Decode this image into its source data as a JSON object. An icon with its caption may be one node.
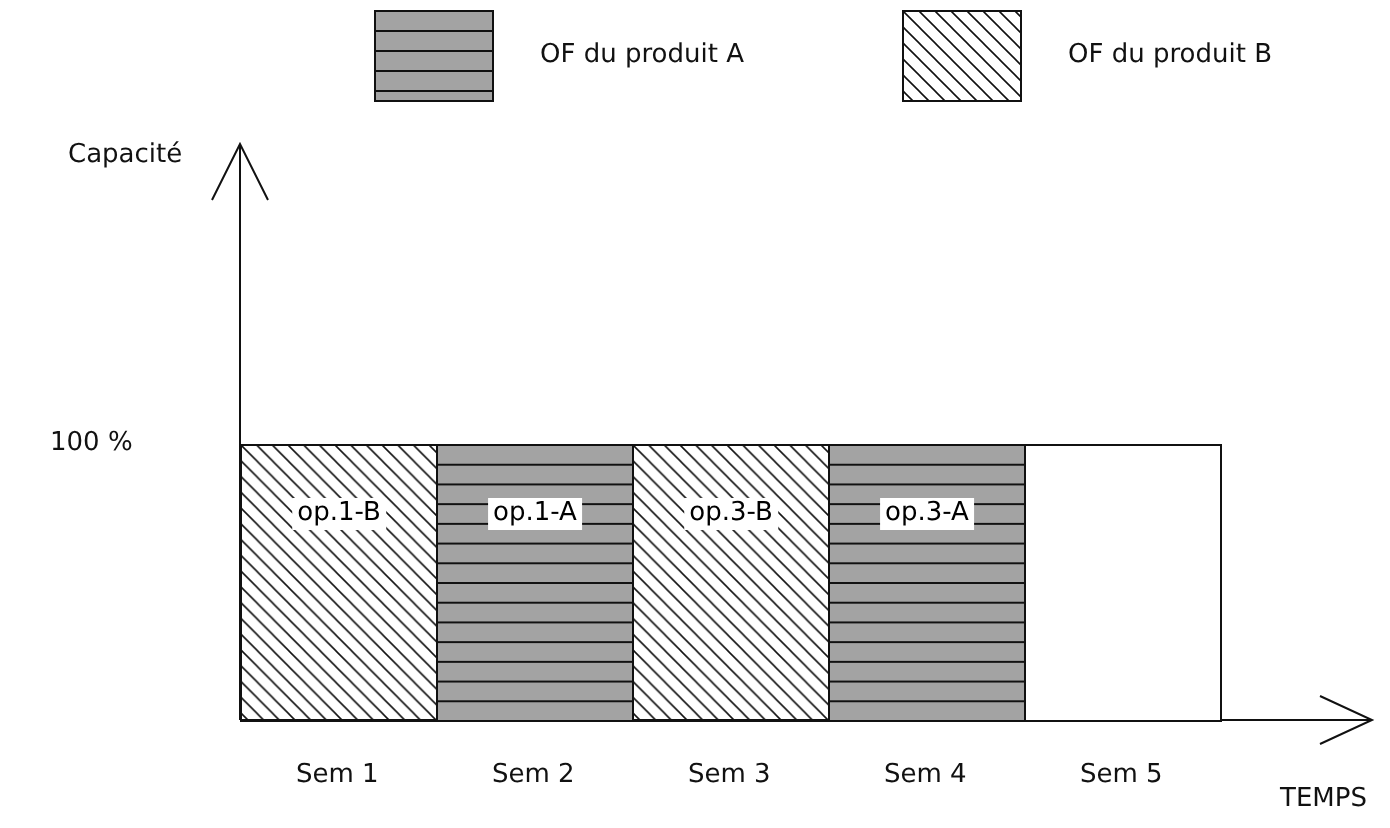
{
  "diagram": {
    "nodes": [
      {
        "text": [
          "op.1-B"
        ]
      },
      {
        "text": [
          "op.1-A"
        ]
      },
      {
        "text": [
          "op.3-B"
        ]
      },
      {
        "text": [
          "op.3-A"
        ]
      },
      {
        "text": [],
        "shape": "box"
      }
    ],
    "labels": [
      "Capacité",
      "100 %",
      "Sem 1",
      "Sem 2",
      "Sem 3",
      "Sem 4",
      "Sem 5",
      "TEMPS"
    ],
    "legend": [
      {
        "text": "OF du produit A"
      },
      {
        "text": "OF du produit B"
      }
    ]
  }
}
